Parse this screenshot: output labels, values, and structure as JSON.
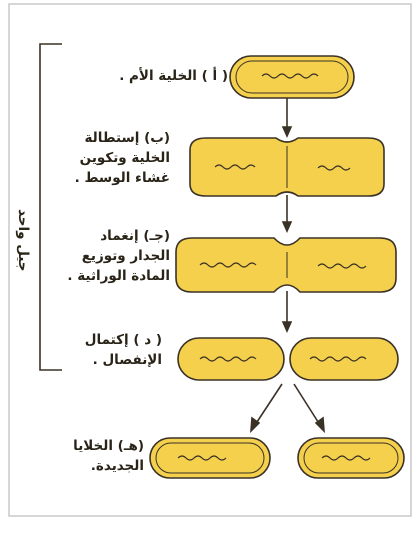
{
  "steps": [
    {
      "id": "a",
      "lines": [
        "( أ ) الخلية الأم ."
      ]
    },
    {
      "id": "b",
      "lines": [
        "(ب) إستطالة",
        "الخلية وتكوين",
        "غشاء الوسط ."
      ]
    },
    {
      "id": "c",
      "lines": [
        "(جـ) إنغماد",
        "الجدار وتوزيع",
        "المادة الوراثية ."
      ]
    },
    {
      "id": "d",
      "lines": [
        "( د ) إكتمال",
        "الإنفصال ."
      ]
    },
    {
      "id": "e",
      "lines": [
        "(هـ) الخلايا",
        "الجديدة."
      ]
    }
  ],
  "bracket_label": "جيل واحد",
  "colors": {
    "cell_fill": "#f4d04c",
    "cell_outline": "#3a3226",
    "line": "#3a3226",
    "page_border": "#c9c9c9"
  }
}
